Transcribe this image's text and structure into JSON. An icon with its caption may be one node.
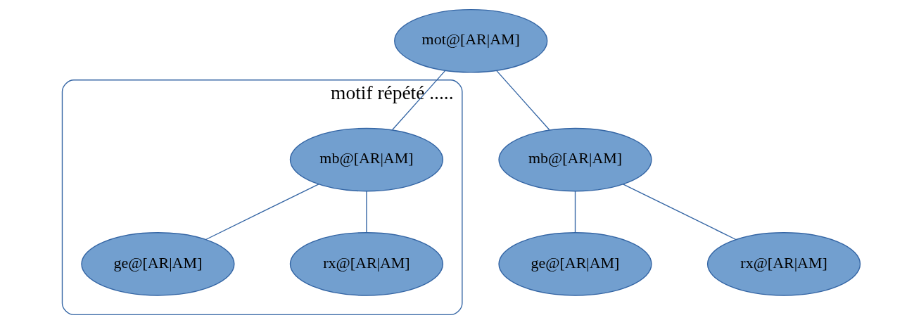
{
  "diagram": {
    "nodes": [
      {
        "text": [
          "mot@[AR|AM]"
        ]
      },
      {
        "text": [
          "mb@[AR|AM]"
        ]
      },
      {
        "text": [
          "ge@[AR|AM]"
        ]
      },
      {
        "text": [
          "rx@[AR|AM]"
        ]
      },
      {
        "text": [
          "motif répété ....."
        ]
      },
      {
        "text": [
          "mb@[AR|AM]"
        ],
        "in": 4
      },
      {
        "text": [
          "ge@[AR|AM]"
        ],
        "in": 4
      },
      {
        "text": [
          "rx@[AR|AM]"
        ],
        "in": 4
      }
    ],
    "edges": [
      {
        "from": 0,
        "to": 1,
        "arrow": "none"
      },
      {
        "from": 1,
        "to": 2,
        "arrow": "none"
      },
      {
        "from": 1,
        "to": 3,
        "arrow": "none"
      },
      {
        "from": 0,
        "to": 5,
        "arrow": "none"
      },
      {
        "from": 5,
        "to": 6,
        "arrow": "none"
      },
      {
        "from": 5,
        "to": 7,
        "arrow": "none"
      }
    ]
  }
}
